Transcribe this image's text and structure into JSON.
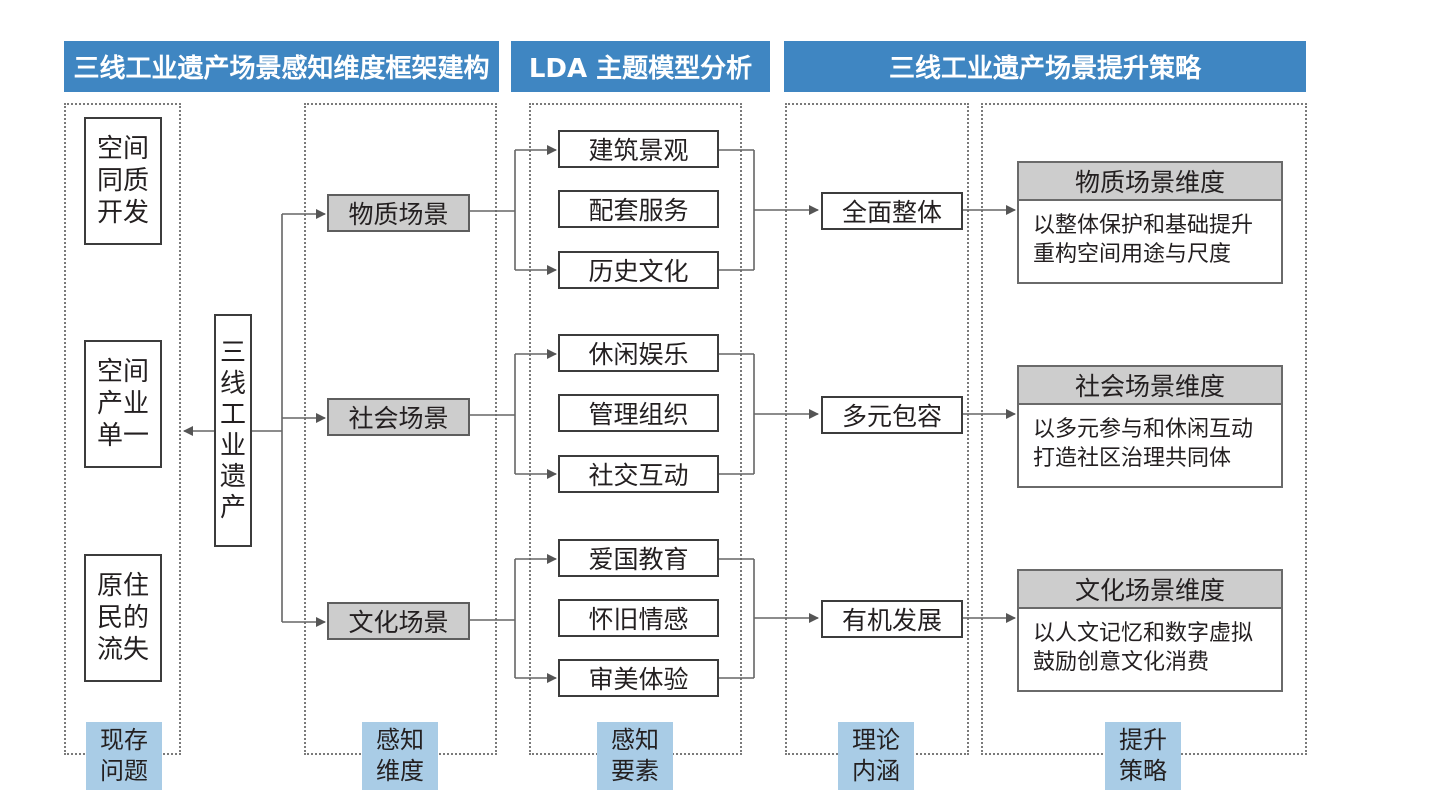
{
  "headers": {
    "framework": "三线工业遗产场景感知维度框架建构",
    "lda": "LDA 主题模型分析",
    "strategy": "三线工业遗产场景提升策略"
  },
  "footer_labels": {
    "problems": "现存问题",
    "dimensions": "感知维度",
    "elements": "感知要素",
    "connotation": "理论内涵",
    "strategies": "提升策略"
  },
  "problems": [
    "空间同质开发",
    "空间产业单一",
    "原住民的流失"
  ],
  "center": "三线工业遗产",
  "dimensions": [
    "物质场景",
    "社会场景",
    "文化场景"
  ],
  "elements": [
    [
      "建筑景观",
      "配套服务",
      "历史文化"
    ],
    [
      "休闲娱乐",
      "管理组织",
      "社交互动"
    ],
    [
      "爱国教育",
      "怀旧情感",
      "审美体验"
    ]
  ],
  "connotations": [
    "全面整体",
    "多元包容",
    "有机发展"
  ],
  "strategies": [
    {
      "title": "物质场景维度",
      "line1": "以整体保护和基础提升",
      "line2": "重构空间用途与尺度"
    },
    {
      "title": "社会场景维度",
      "line1": "以多元参与和休闲互动",
      "line2": "打造社区治理共同体"
    },
    {
      "title": "文化场景维度",
      "line1": "以人文记忆和数字虚拟",
      "line2": "鼓励创意文化消费"
    }
  ]
}
